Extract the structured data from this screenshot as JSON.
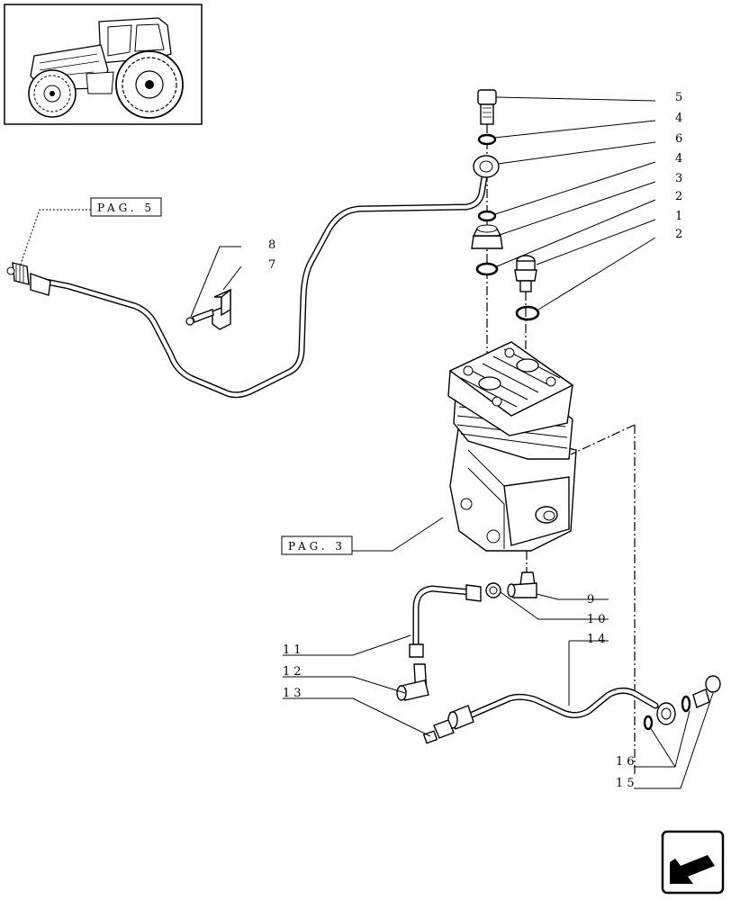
{
  "page_refs": [
    {
      "text": "PAG. 5"
    },
    {
      "text": "PAG. 3"
    }
  ],
  "callouts": [
    {
      "id": "c5",
      "text": "5"
    },
    {
      "id": "c4a",
      "text": "4"
    },
    {
      "id": "c6",
      "text": "6"
    },
    {
      "id": "c4b",
      "text": "4"
    },
    {
      "id": "c3",
      "text": "3"
    },
    {
      "id": "c2a",
      "text": "2"
    },
    {
      "id": "c1",
      "text": "1"
    },
    {
      "id": "c2b",
      "text": "2"
    },
    {
      "id": "c8",
      "text": "8"
    },
    {
      "id": "c7",
      "text": "7"
    },
    {
      "id": "c9",
      "text": "9"
    },
    {
      "id": "c10",
      "text": "10"
    },
    {
      "id": "c14",
      "text": "14"
    },
    {
      "id": "c11",
      "text": "11"
    },
    {
      "id": "c12",
      "text": "12"
    },
    {
      "id": "c13",
      "text": "13"
    },
    {
      "id": "c16",
      "text": "16"
    },
    {
      "id": "c15",
      "text": "15"
    }
  ],
  "icons": {
    "thumbnail": "tractor-thumbnail-icon",
    "navigation": "next-page-arrow-icon"
  },
  "colors": {
    "ink": "#000000",
    "paper": "#ffffff"
  }
}
